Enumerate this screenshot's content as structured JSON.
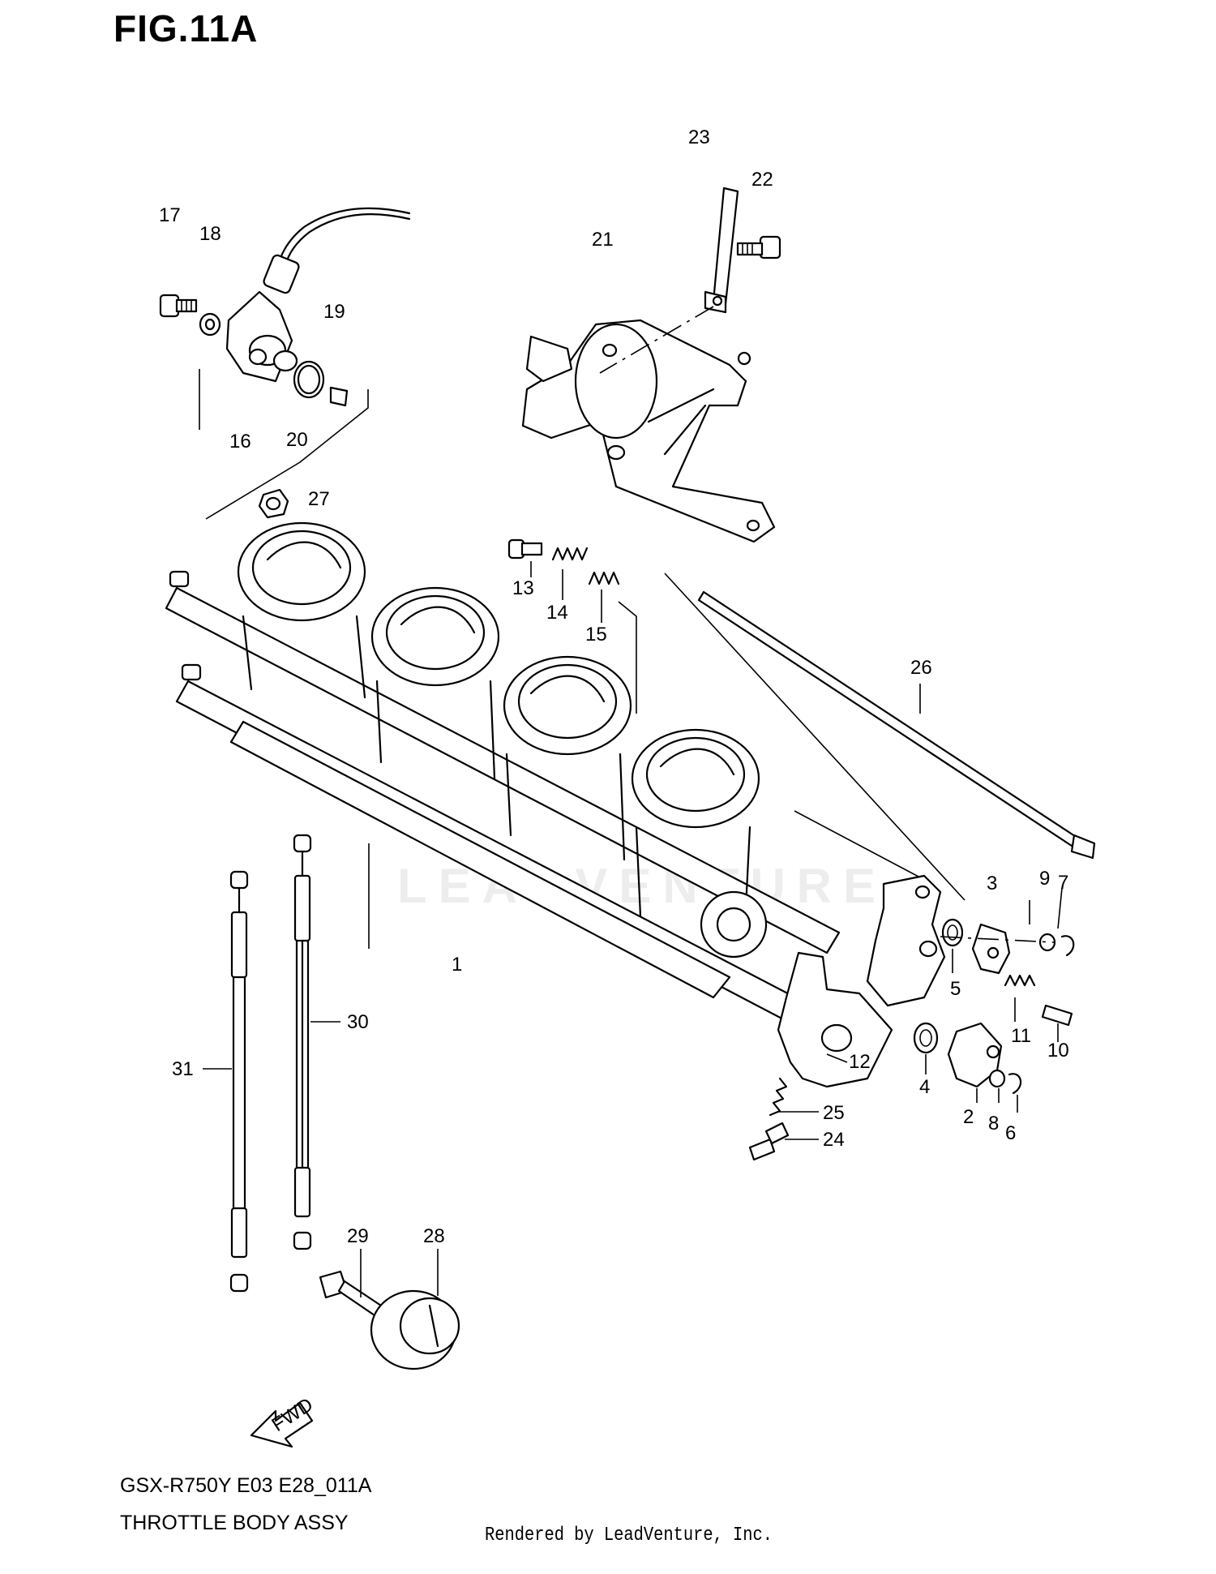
{
  "figure": {
    "title": "FIG.11A",
    "model_code": "GSX-R750Y E03 E28_011A",
    "assembly_name": "THROTTLE BODY ASSY",
    "rendered_by": "Rendered by LeadVenture, Inc.",
    "watermark": "LEADVENTURE",
    "fwd_label": "FWD"
  },
  "callouts": [
    "1",
    "2",
    "3",
    "4",
    "5",
    "6",
    "7",
    "8",
    "9",
    "10",
    "11",
    "12",
    "13",
    "14",
    "15",
    "16",
    "17",
    "18",
    "19",
    "20",
    "21",
    "22",
    "23",
    "24",
    "25",
    "26",
    "27",
    "28",
    "29",
    "30",
    "31"
  ]
}
